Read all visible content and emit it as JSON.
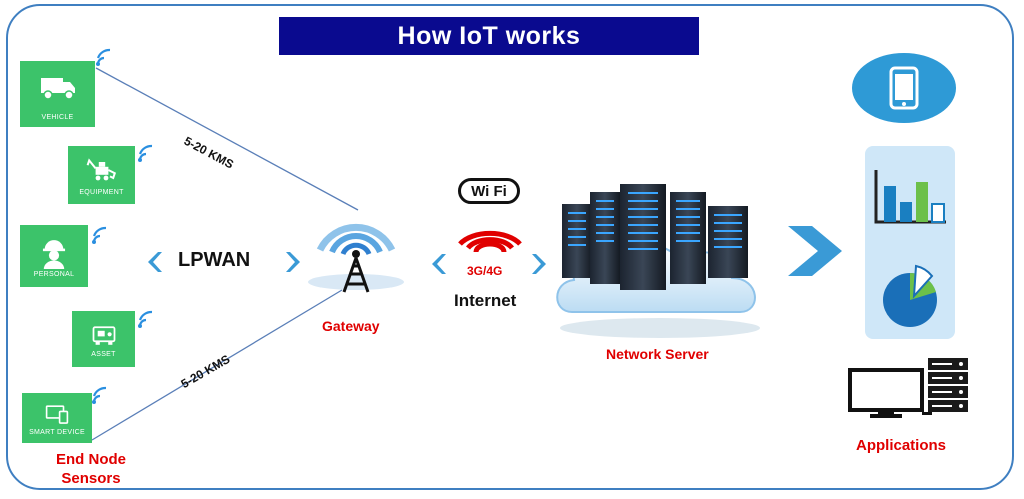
{
  "title": "How IoT works",
  "nodes": [
    {
      "name": "vehicle",
      "caption": "VEHICLE",
      "icon": "truck-icon"
    },
    {
      "name": "equipment",
      "caption": "EQUIPMENT",
      "icon": "excavator-icon"
    },
    {
      "name": "personal",
      "caption": "PERSONAL",
      "icon": "worker-icon"
    },
    {
      "name": "asset",
      "caption": "ASSET",
      "icon": "generator-icon"
    },
    {
      "name": "smart-device",
      "caption": "SMART DEVICE",
      "icon": "devices-icon"
    }
  ],
  "labels": {
    "end_node_sensors_line1": "End Node",
    "end_node_sensors_line2": "Sensors",
    "distance_top": "5-20 KMS",
    "distance_bottom": "5-20 KMS",
    "lpwan": "LPWAN",
    "gateway": "Gateway",
    "wifi": "Wi Fi",
    "cellular": "3G/4G",
    "internet": "Internet",
    "network_server": "Network Server",
    "applications": "Applications"
  },
  "colors": {
    "title_bg": "#0a0a8f",
    "node_green": "#3cc36a",
    "label_red": "#e00000",
    "arrow_blue": "#3a9ad6",
    "frame_blue": "#3f7fc1"
  },
  "icons": {
    "tower": "cell-tower-icon",
    "server": "server-rack-icon",
    "cloud": "cloud-icon",
    "phone": "smartphone-icon",
    "bar_chart": "bar-chart-icon",
    "pie_chart": "pie-chart-icon",
    "desktop": "desktop-server-icon"
  }
}
